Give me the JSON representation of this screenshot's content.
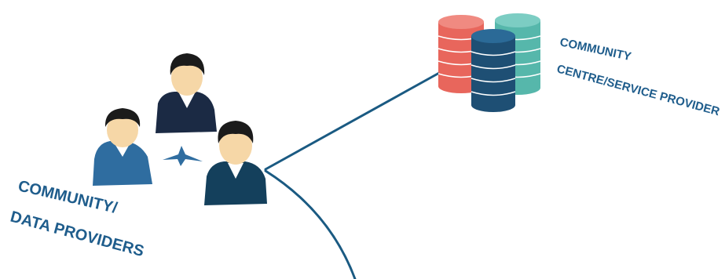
{
  "labels": {
    "community_centre_line1": "COMMUNITY",
    "community_centre_line2": "CENTRE/SERVICE PROVIDER",
    "data_providers_line1": "COMMUNITY/",
    "data_providers_line2": "DATA PROVIDERS"
  },
  "icons": {
    "people": [
      "person-icon",
      "person-icon",
      "person-icon"
    ],
    "database": [
      "database-icon",
      "database-icon",
      "database-icon"
    ],
    "connector": "connector-icon"
  },
  "colors": {
    "label": "#1f5d8c",
    "connection_line": "#1a5a82",
    "db_red": "#e8665c",
    "db_teal": "#56b7ab",
    "db_navy": "#1e4f74",
    "person_blue": "#2f6da0",
    "person_navy": "#1b2a44",
    "person_dark_teal": "#14405c",
    "skin": "#f6d7a7",
    "hair": "#1b1b1b"
  }
}
